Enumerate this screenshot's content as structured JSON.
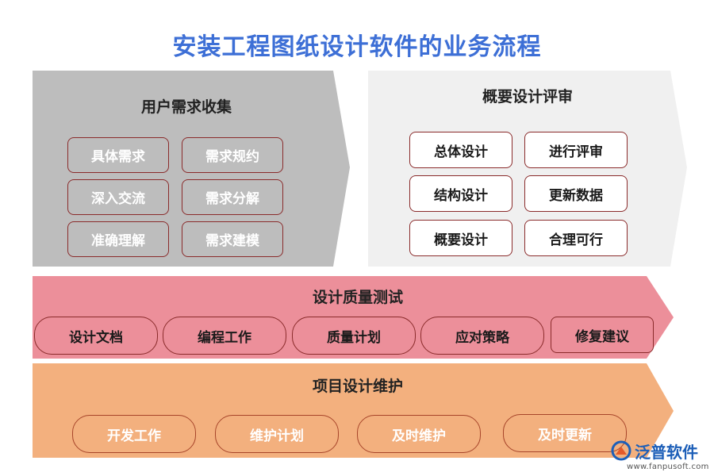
{
  "title": "安装工程图纸设计软件的业务流程",
  "sections": {
    "requirements": {
      "label": "用户需求收集",
      "items": [
        "具体需求",
        "需求规约",
        "深入交流",
        "需求分解",
        "准确理解",
        "需求建模"
      ]
    },
    "review": {
      "label": "概要设计评审",
      "items": [
        "总体设计",
        "进行评审",
        "结构设计",
        "更新数据",
        "概要设计",
        "合理可行"
      ]
    },
    "quality": {
      "label": "设计质量测试",
      "items": [
        "设计文档",
        "编程工作",
        "质量计划",
        "应对策略",
        "修复建议"
      ]
    },
    "maintenance": {
      "label": "项目设计维护",
      "items": [
        "开发工作",
        "维护计划",
        "及时维护",
        "及时更新"
      ]
    }
  },
  "logo": {
    "name": "泛普软件",
    "url": "www.fanpusoft.com"
  },
  "colors": {
    "title": "#3d6fd6",
    "gray_band": "#bdbdbd",
    "light_band": "#f0f0f0",
    "pink_band": "#ec8f9a",
    "orange_band": "#f3b07e",
    "border": "#8a2b2b"
  }
}
